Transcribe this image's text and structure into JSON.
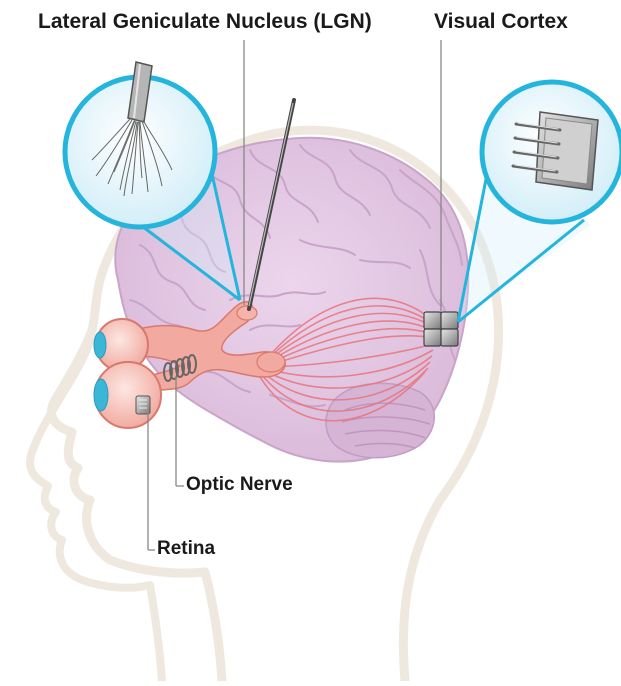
{
  "labels": {
    "lgn": "Lateral Geniculate Nucleus (LGN)",
    "visual_cortex": "Visual Cortex",
    "optic_nerve": "Optic Nerve",
    "retina": "Retina"
  },
  "colors": {
    "head_outline": "#efe8de",
    "brain_fill": "#e3c9e3",
    "brain_fold": "#c9a4c9",
    "cerebellum": "#d6b4d6",
    "optic_pathway": "#f2a9a0",
    "optic_pathway_stroke": "#d9786c",
    "radiation_lines": "#e8747c",
    "callout_ring": "#25b5dc",
    "callout_fill": "#e4f5fb",
    "electrode": "#555555",
    "implant": "#8f8f8f",
    "eye_cornea": "#3cb6d6",
    "leader_line": "#888888"
  },
  "icons": [
    "brush-electrode-icon",
    "microelectrode-array-icon",
    "penetrating-electrode-icon",
    "cortical-implant-icon",
    "retinal-implant-icon"
  ]
}
